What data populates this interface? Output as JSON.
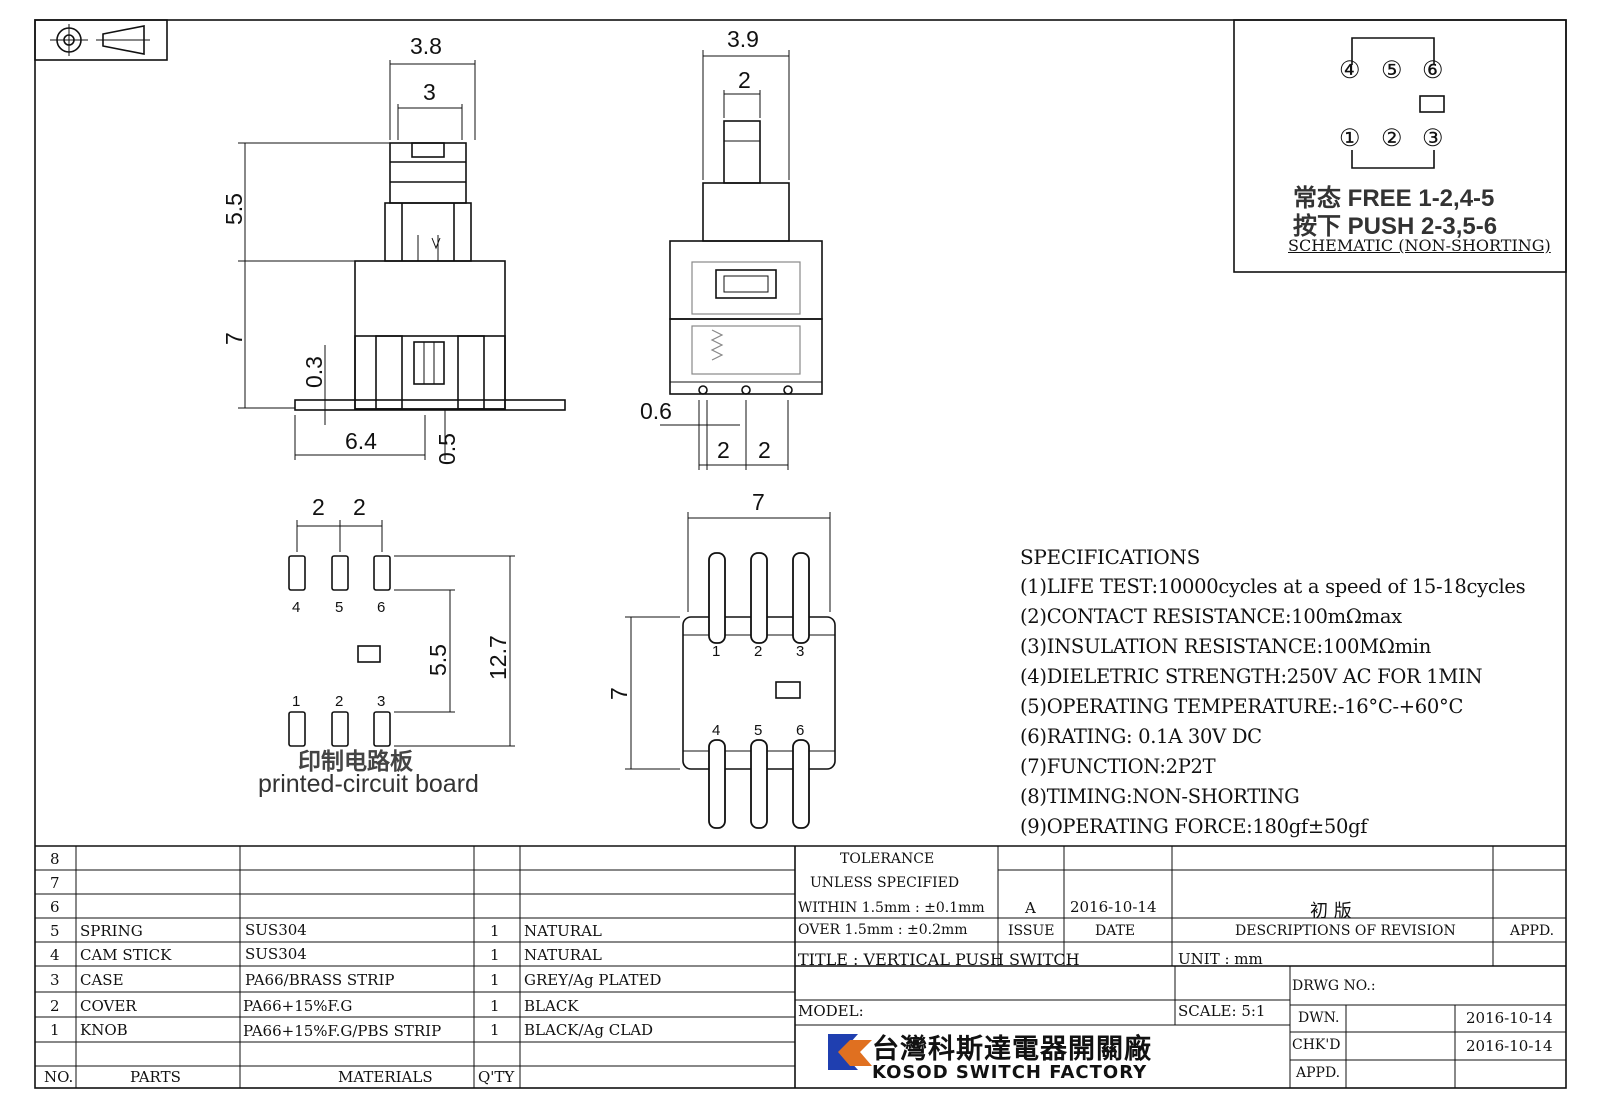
{
  "dimensions": {
    "side_view": [
      "3.8",
      "3",
      "5.5",
      "7",
      "0.3",
      "6.4",
      "0.5"
    ],
    "front_view": [
      "3.9",
      "2",
      "0.6",
      "2",
      "2"
    ],
    "pcb_layout": [
      "2",
      "2",
      "5.5",
      "12.7"
    ],
    "bottom_view": [
      "7",
      "7"
    ]
  },
  "pin_labels": {
    "pcb_top": [
      "4",
      "5",
      "6"
    ],
    "pcb_bottom": [
      "1",
      "2",
      "3"
    ],
    "bottom_top": [
      "1",
      "2",
      "3"
    ],
    "bottom_lower": [
      "4",
      "5",
      "6"
    ]
  },
  "pcb_label_cn": "印制电路板",
  "pcb_label_en": "printed-circuit board",
  "schematic": {
    "pins_top": [
      "④",
      "⑤",
      "⑥"
    ],
    "pins_bottom": [
      "①",
      "②",
      "③"
    ],
    "free_line": "常态 FREE 1-2,4-5",
    "push_line": "按下 PUSH 2-3,5-6",
    "title": "SCHEMATIC (NON-SHORTING)"
  },
  "specifications": {
    "heading": "SPECIFICATIONS",
    "items": [
      "(1)LIFE TEST:10000cycles at a speed of 15-18cycles",
      "(2)CONTACT RESISTANCE:100mΩmax",
      "(3)INSULATION RESISTANCE:100MΩmin",
      "(4)DIELETRIC STRENGTH:250V AC FOR 1MIN",
      "(5)OPERATING TEMPERATURE:-16°C-+60°C",
      "(6)RATING: 0.1A 30V DC",
      "(7)FUNCTION:2P2T",
      "(8)TIMING:NON-SHORTING",
      "(9)OPERATING FORCE:180gf±50gf"
    ]
  },
  "parts_table": {
    "rows": [
      {
        "no": "8",
        "part": "",
        "material": "",
        "qty": "",
        "finish": ""
      },
      {
        "no": "7",
        "part": "",
        "material": "",
        "qty": "",
        "finish": ""
      },
      {
        "no": "6",
        "part": "",
        "material": "",
        "qty": "",
        "finish": ""
      },
      {
        "no": "5",
        "part": "SPRING",
        "material": "SUS304",
        "qty": "1",
        "finish": "NATURAL"
      },
      {
        "no": "4",
        "part": "CAM STICK",
        "material": "SUS304",
        "qty": "1",
        "finish": "NATURAL"
      },
      {
        "no": "3",
        "part": "CASE",
        "material": "PA66/BRASS STRIP",
        "qty": "1",
        "finish": "GREY/Ag PLATED"
      },
      {
        "no": "2",
        "part": "COVER",
        "material": "PA66+15%F.G",
        "qty": "1",
        "finish": "BLACK"
      },
      {
        "no": "1",
        "part": "KNOB",
        "material": "PA66+15%F.G/PBS STRIP",
        "qty": "1",
        "finish": "BLACK/Ag CLAD"
      }
    ],
    "header": {
      "no": "NO.",
      "part": "PARTS",
      "material": "MATERIALS",
      "qty": "Q'TY"
    }
  },
  "tolerance": {
    "line1": "TOLERANCE",
    "line2": "UNLESS  SPECIFIED",
    "line3": "WITHIN 1.5mm : ±0.1mm",
    "line4": "OVER 1.5mm : ±0.2mm"
  },
  "revision": {
    "issue": "A",
    "date": "2016-10-14",
    "description": "初  版",
    "issue_label": "ISSUE",
    "date_label": "DATE",
    "desc_label": "DESCRIPTIONS OF REVISION",
    "appd_label": "APPD."
  },
  "title_block": {
    "title": "TITLE :  VERTICAL PUSH SWITCH",
    "unit": "UNIT :  mm",
    "model": "MODEL:",
    "scale": "SCALE:  5:1",
    "drwg_no": "DRWG NO.:",
    "dwn_label": "DWN.",
    "dwn_date": "2016-10-14",
    "chkd_label": "CHK'D",
    "chkd_date": "2016-10-14",
    "appd_label": "APPD.",
    "company_cn": "台灣科斯達電器開關廠",
    "company_en": "KOSOD SWITCH FACTORY"
  }
}
